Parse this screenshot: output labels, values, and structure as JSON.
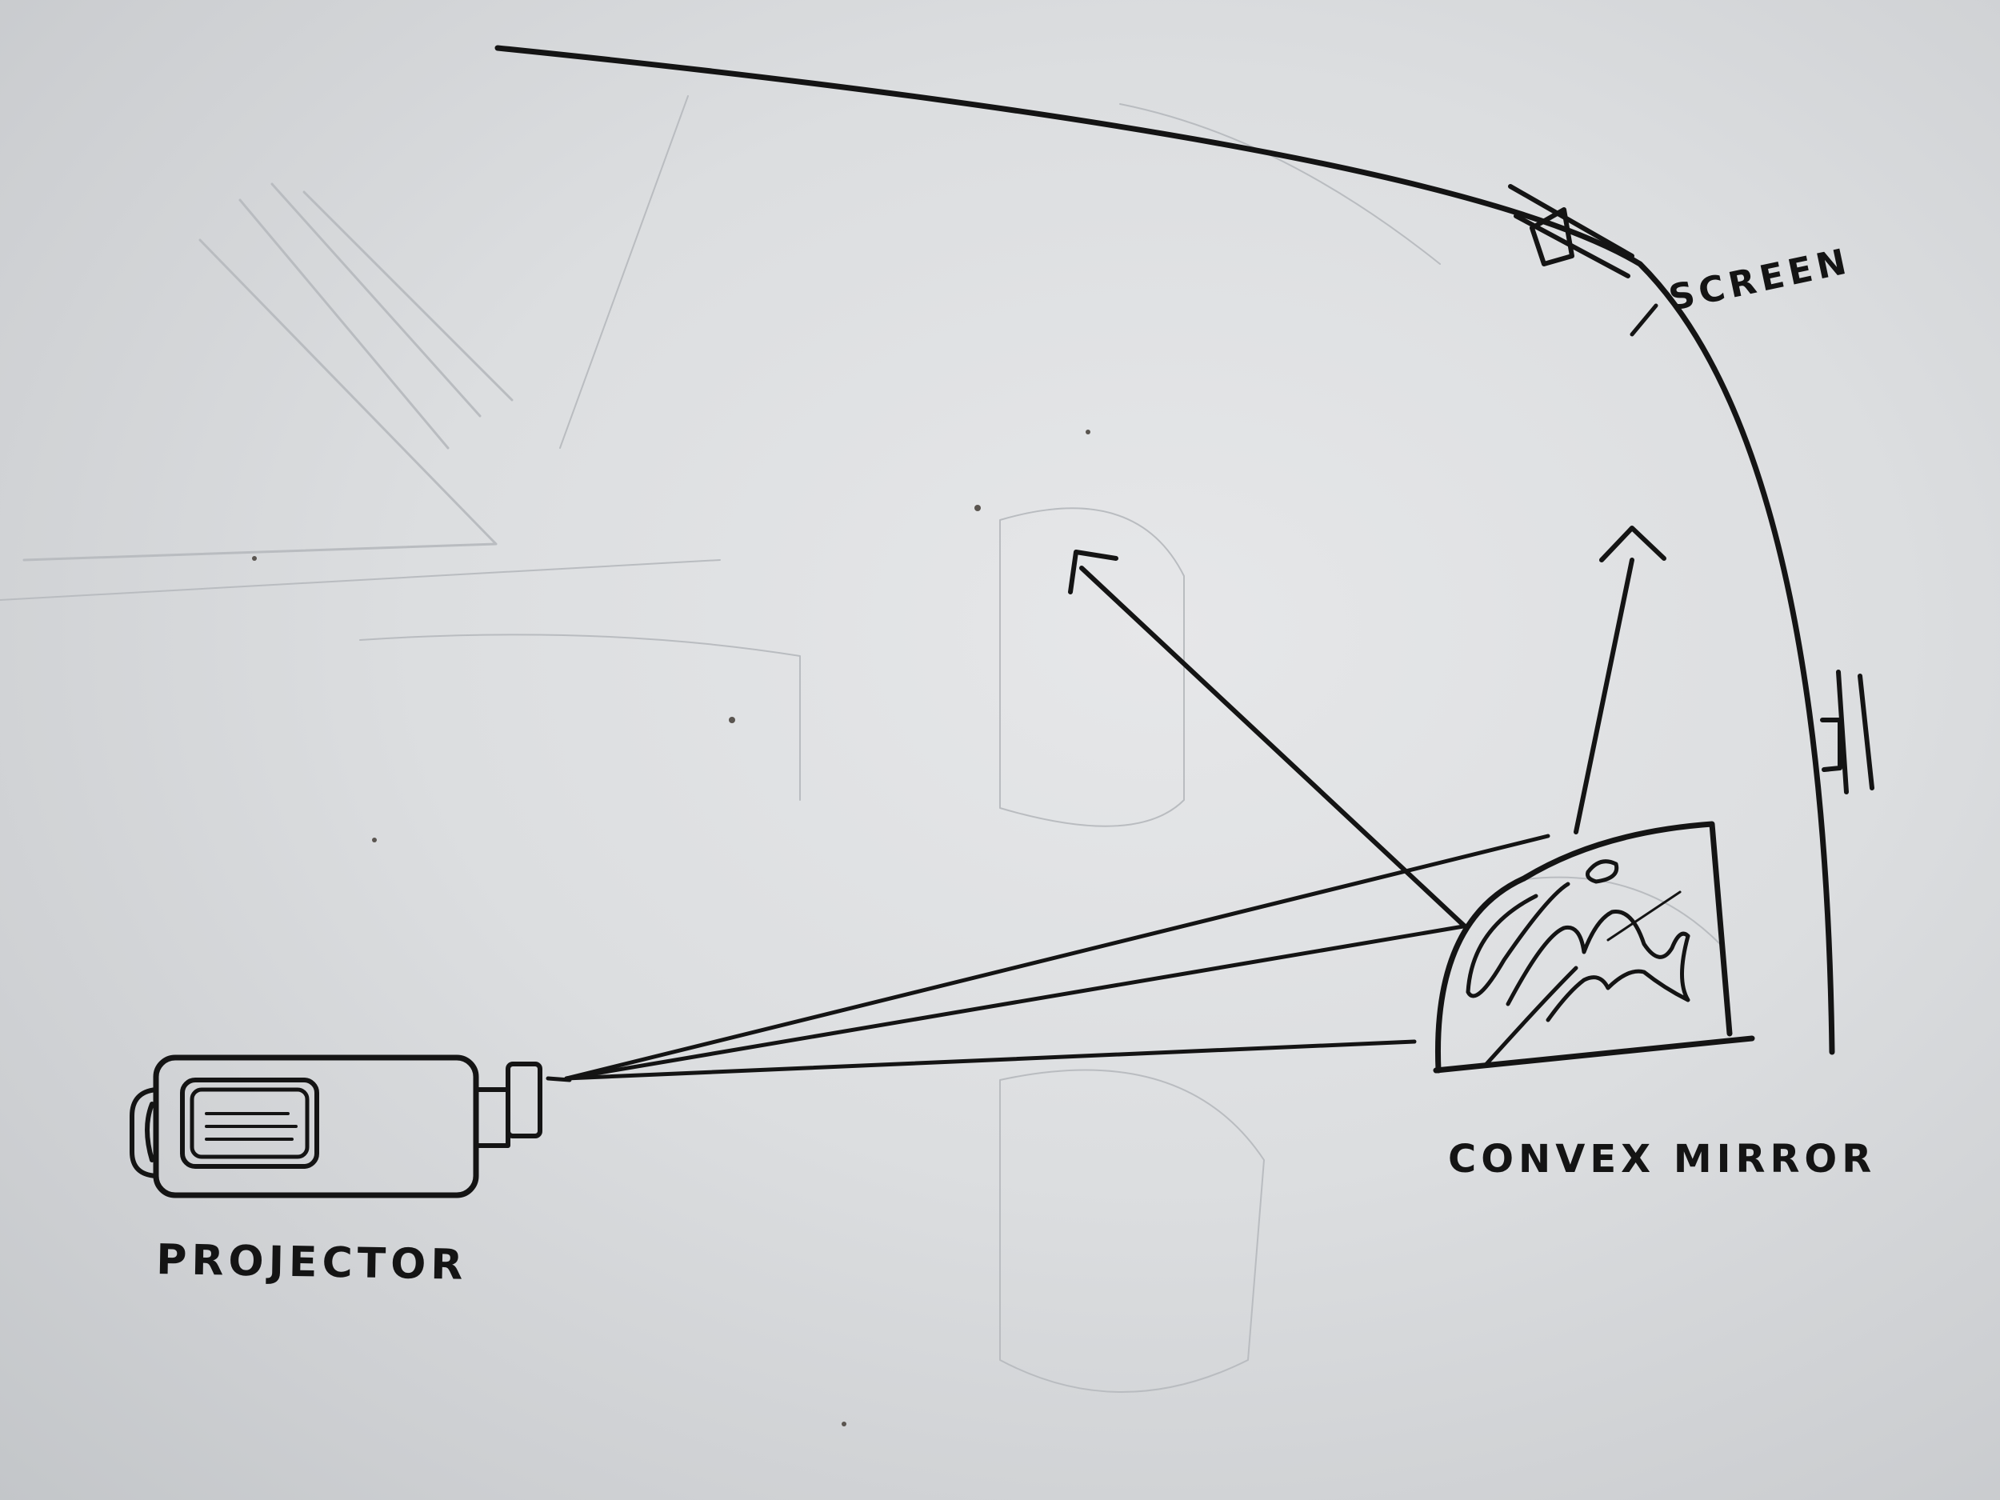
{
  "diagram": {
    "labels": {
      "screen": "SCREEN",
      "convex_mirror": "CONVEX MIRROR",
      "projector": "PROJECTOR"
    },
    "colors": {
      "paper": "#dcdee0",
      "ink": "#141414",
      "pencil": "#b9bcc0"
    }
  }
}
